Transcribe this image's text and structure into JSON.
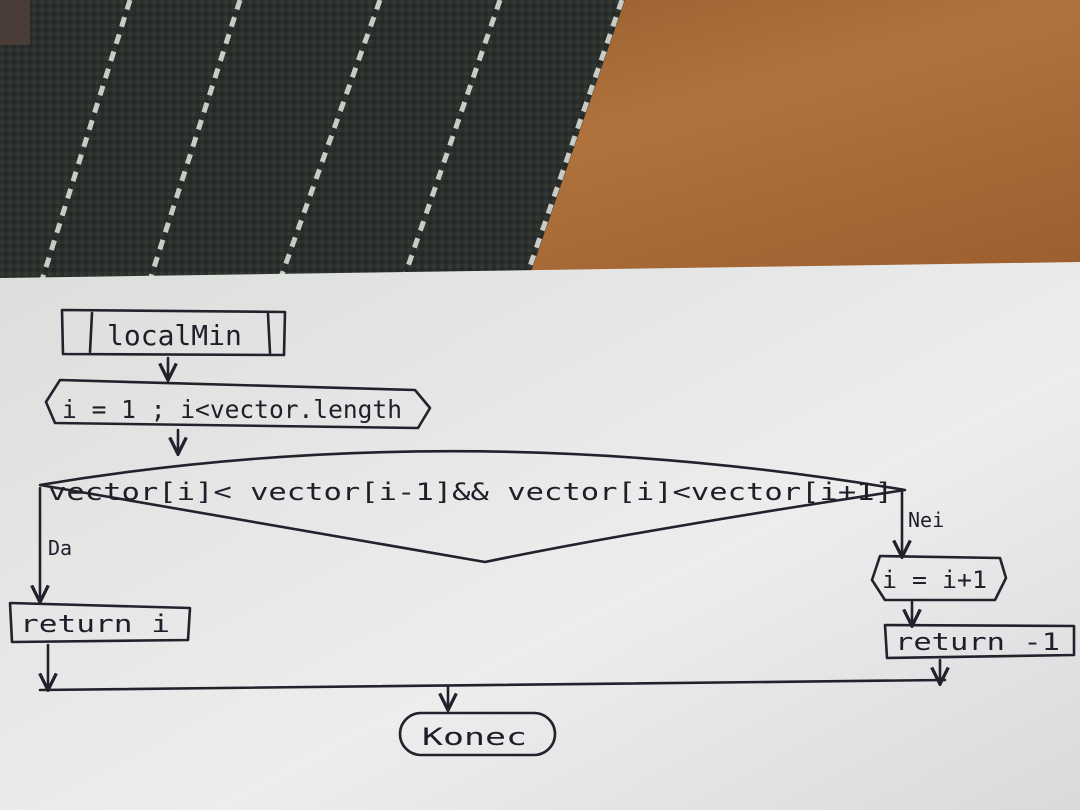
{
  "colors": {
    "mat": "#2b2f2c",
    "mat_stripe": "#c9cbc6",
    "desk": "#a86a36",
    "paper": "#e7e8e6",
    "ink": "#22222c"
  },
  "flowchart": {
    "start": "localMin",
    "loop": "i = 1 ; i<vector.length",
    "condition": "vector[i]< vector[i-1]&& vector[i]<vector[i+1]",
    "yes_label": "Da",
    "no_label": "Nei",
    "yes_action": "return i",
    "increment": "i = i+1",
    "no_action": "return -1",
    "end": "Konec"
  }
}
